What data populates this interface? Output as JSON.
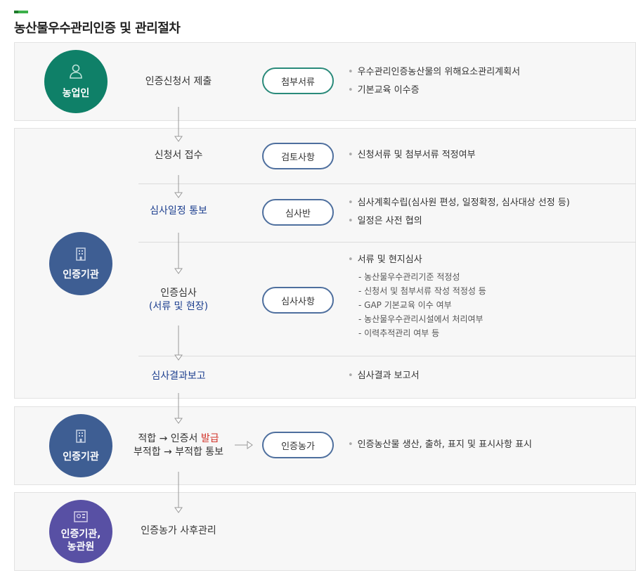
{
  "title": "농산물우수관리인증 및 관리절차",
  "actors": {
    "farmer": "농업인",
    "org1": "인증기관",
    "org2": "인증기관",
    "org3_line1": "인증기관,",
    "org3_line2": "농관원"
  },
  "steps": {
    "apply": "인증신청서 제출",
    "receipt": "신청서 접수",
    "schedule": "심사일정 통보",
    "audit_line1": "인증심사",
    "audit_line2": "(서류 및 현장)",
    "report": "심사결과보고",
    "result_pass_a": "적합 → 인증서 ",
    "result_pass_b": "발급",
    "result_fail": "부적합 → 부적합 통보",
    "postmgmt": "인증농가 사후관리"
  },
  "pills": {
    "attach": "첨부서류",
    "review": "검토사항",
    "team": "심사반",
    "audit_items": "심사사항",
    "farm": "인증농가"
  },
  "notes": {
    "attach_1": "우수관리인증농산물의 위해요소관리계획서",
    "attach_2": "기본교육 이수증",
    "review_1": "신청서류 및 첨부서류 적정여부",
    "team_1": "심사계획수립(심사원 편성, 일정확정, 심사대상 선정 등)",
    "team_2": "일정은 사전 협의",
    "audit_head": "서류 및 현지심사",
    "audit_sub": [
      "- 농산물우수관리기준 적정성",
      "- 신청서 및 첨부서류 작성 적정성 등",
      "- GAP 기본교육 이수 여부",
      "- 농산물우수관리시설에서 처리여부",
      "- 이력추적관리 여부 등"
    ],
    "report_1": "심사결과 보고서",
    "farm_1": "인증농산물 생산, 출하, 표지 및 표시사항 표시"
  },
  "bullet": "•",
  "colors": {
    "farmer": "#0f8068",
    "org": "#3e5e93",
    "org_purple": "#5850a4",
    "step_blue": "#1d3f8f",
    "highlight_red": "#d2332a",
    "accent_green": "#3cb04a"
  },
  "icons": {
    "farmer": "person-icon",
    "org": "building-icon",
    "joint": "office-icon"
  }
}
